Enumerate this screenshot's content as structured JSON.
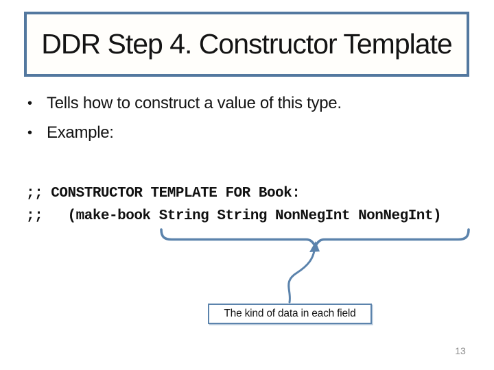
{
  "slide": {
    "title": "DDR Step 4. Constructor Template",
    "bullets": [
      {
        "glyph": "•",
        "text": "Tells how to construct a value of this type."
      },
      {
        "glyph": "•",
        "text": "Example:"
      }
    ],
    "code_lines": [
      ";; CONSTRUCTOR TEMPLATE FOR Book:",
      ";;   (make-book String String NonNegInt NonNegInt)"
    ],
    "callout_label": "The kind of data in each field",
    "page_number": "13",
    "colors": {
      "accent_border": "#53789f",
      "shape_blue": "#5b83ac",
      "text": "#141414",
      "page_number": "#8a8a8a",
      "background": "#ffffff"
    }
  }
}
